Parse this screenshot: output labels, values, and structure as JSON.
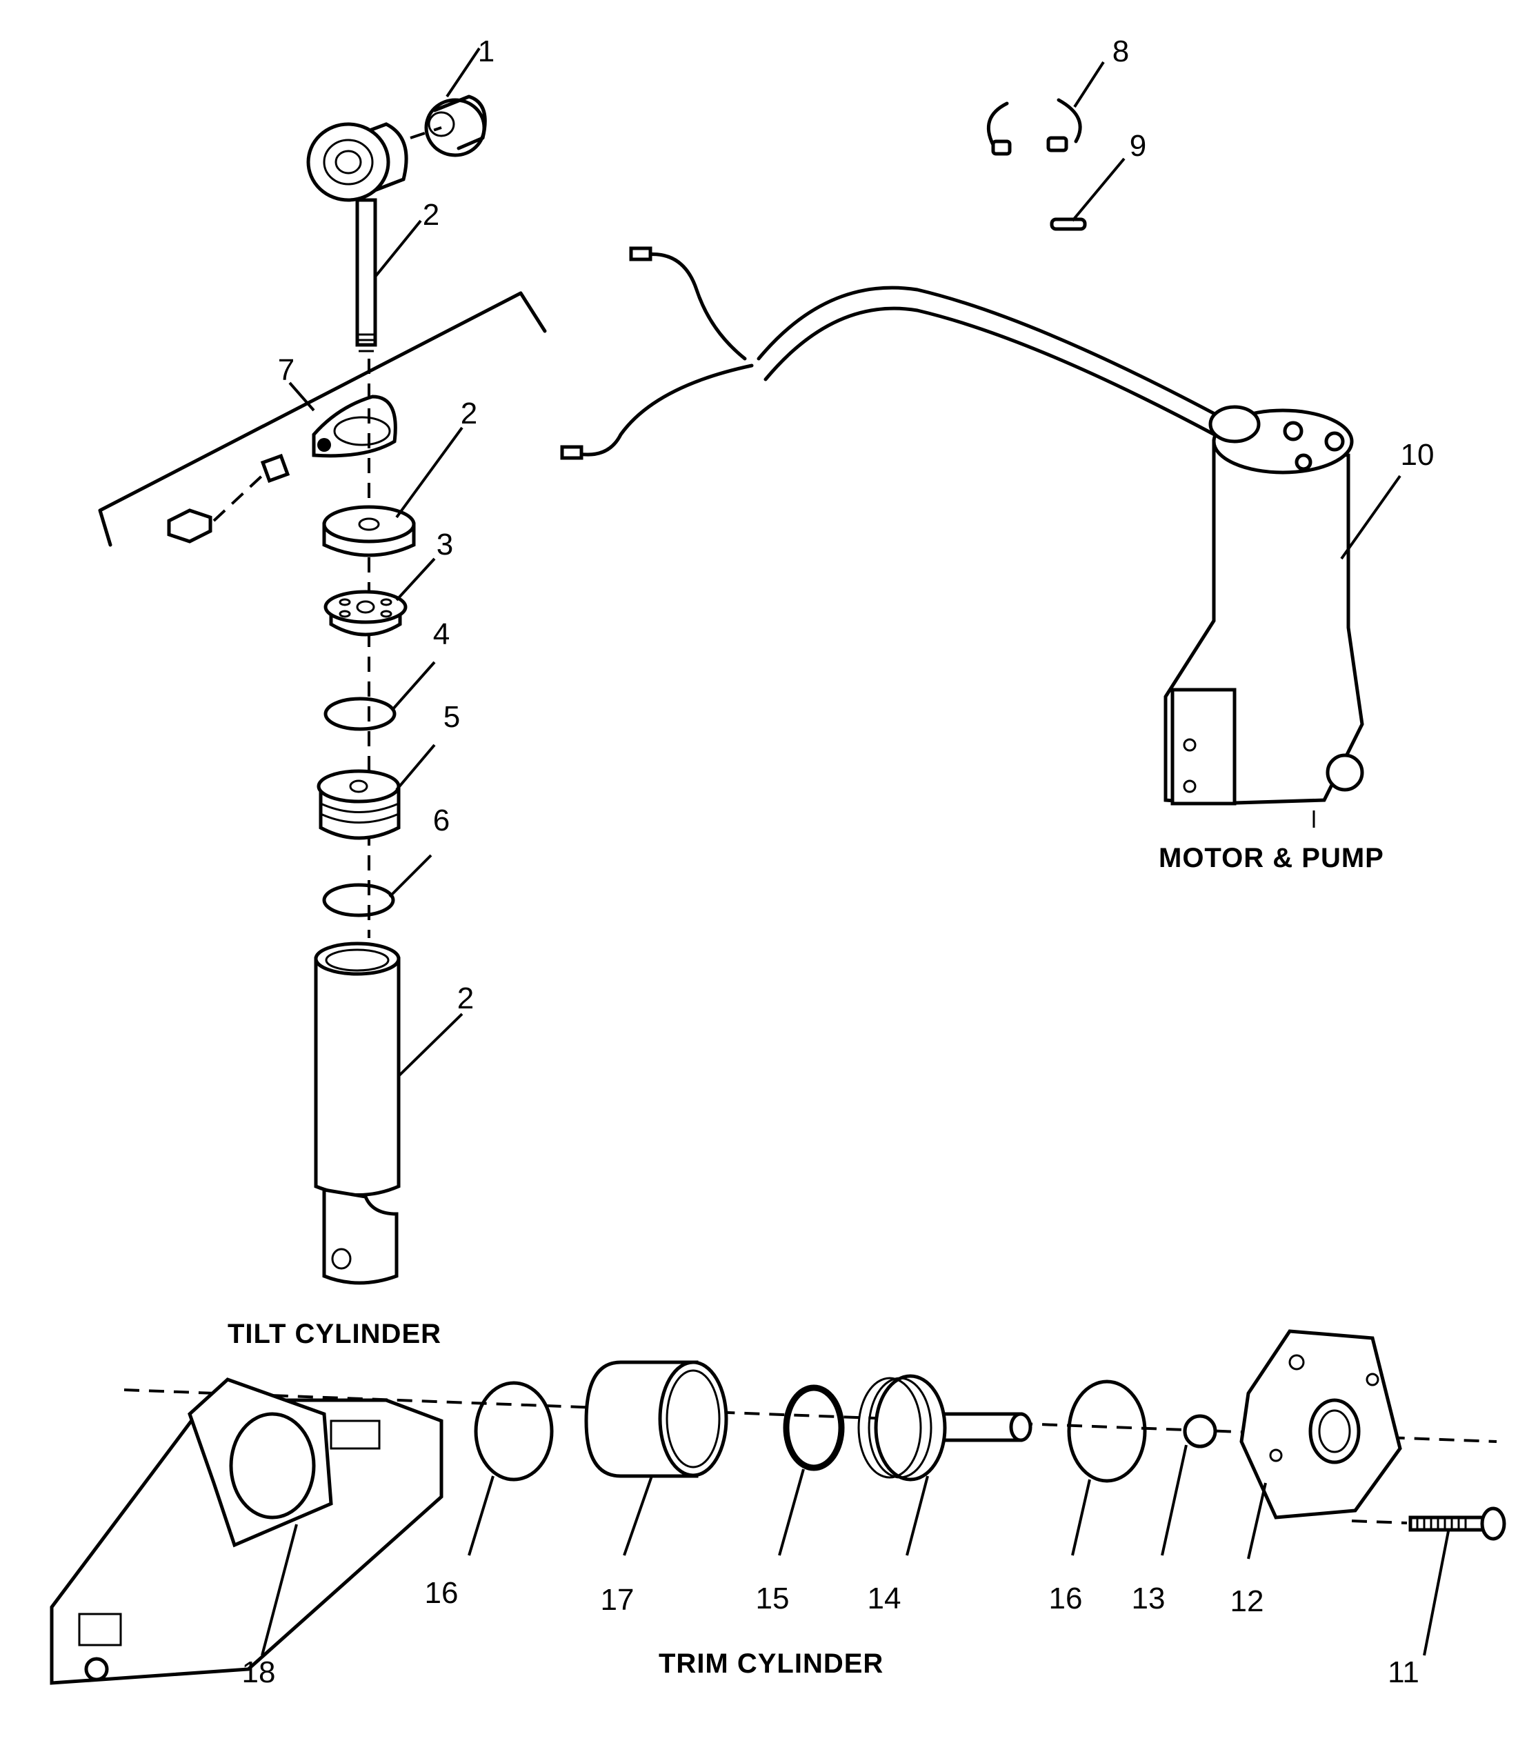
{
  "sections": {
    "motor_pump": "MOTOR & PUMP",
    "tilt_cylinder": "TILT CYLINDER",
    "trim_cylinder": "TRIM CYLINDER"
  },
  "callouts": {
    "c1": "1",
    "c2a": "2",
    "c7": "7",
    "c2b": "2",
    "c3": "3",
    "c4": "4",
    "c5": "5",
    "c6": "6",
    "c2c": "2",
    "c8": "8",
    "c9": "9",
    "c10": "10",
    "c18": "18",
    "c16a": "16",
    "c17": "17",
    "c15": "15",
    "c14": "14",
    "c16b": "16",
    "c13": "13",
    "c12": "12",
    "c11": "11"
  }
}
